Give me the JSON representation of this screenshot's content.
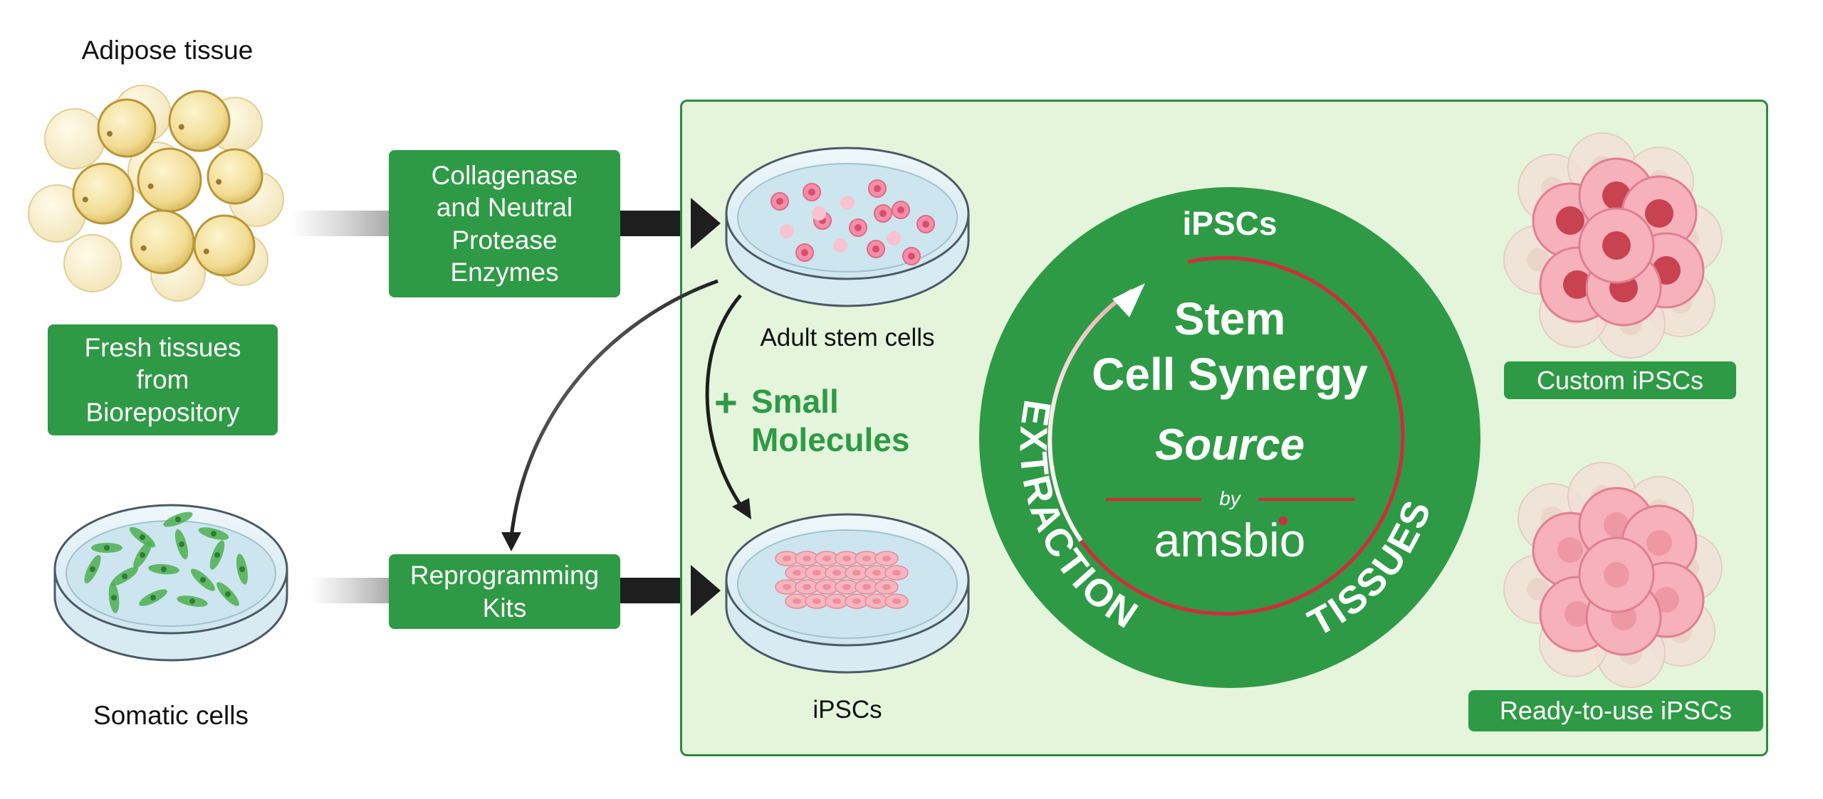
{
  "sources": {
    "adipose_label": "Adipose tissue",
    "fresh_tissues_box": "Fresh tissues\nfrom\nBiorepository",
    "somatic_label": "Somatic cells"
  },
  "process_boxes": {
    "enzymes": "Collagenase\nand Neutral\nProtease\nEnzymes",
    "reprogramming": "Reprogramming\nKits"
  },
  "dishes": {
    "adult_stem_label": "Adult stem cells",
    "ipscs_label": "iPSCs"
  },
  "small_molecules": {
    "plus": "+",
    "text": "Small\nMolecules"
  },
  "logo": {
    "top_arc": "iPSCs",
    "left_arc": "EXTRACTION",
    "right_arc": "TISSUES",
    "line1": "Stem",
    "line2": "Cell Synergy",
    "line3": "Source",
    "by": "by",
    "brand": "amsbio"
  },
  "products": {
    "custom": "Custom iPSCs",
    "ready": "Ready-to-use iPSCs"
  },
  "colors": {
    "brand_green": "#2e9a45",
    "panel_bg": "#e4f5dc",
    "accent_red": "#d42a3c",
    "arrow": "#1e1e1e"
  }
}
